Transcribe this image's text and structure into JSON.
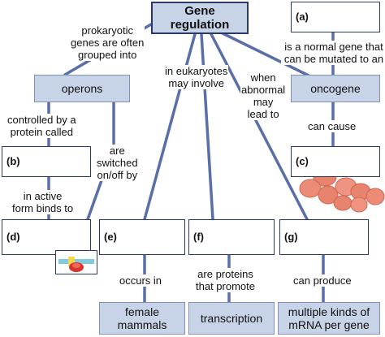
{
  "title": "Gene\nregulation",
  "nodes": {
    "operons": "operons",
    "oncogene": "oncogene",
    "b": "(b)",
    "a": "(a)",
    "c": "(c)",
    "d": "(d)",
    "e": "(e)",
    "f": "(f)",
    "g": "(g)",
    "female_mammals": "female\nmammals",
    "transcription": "transcription",
    "mrna": "multiple kinds of\nmRNA per gene"
  },
  "links": {
    "grouped_into": "prokaryotic\ngenes are often\ngrouped into",
    "eukaryotes": "in eukaryotes\nmay involve",
    "abnormal": "when\nabnormal\nmay\nlead to",
    "normal_gene": "is a normal gene that\ncan be mutated to an",
    "controlled_by": "controlled by a\nprotein called",
    "switched": "are\nswitched\non/off by",
    "can_cause": "can cause",
    "active_form": "in active\nform binds to",
    "occurs_in": "occurs in",
    "proteins_promote": "are proteins\nthat promote",
    "can_produce": "can produce"
  },
  "colors": {
    "connector": "#5a6fa8",
    "box_fill": "#c7d3e6",
    "box_border": "#2b3a66",
    "cell_fill": "#e8836d"
  }
}
